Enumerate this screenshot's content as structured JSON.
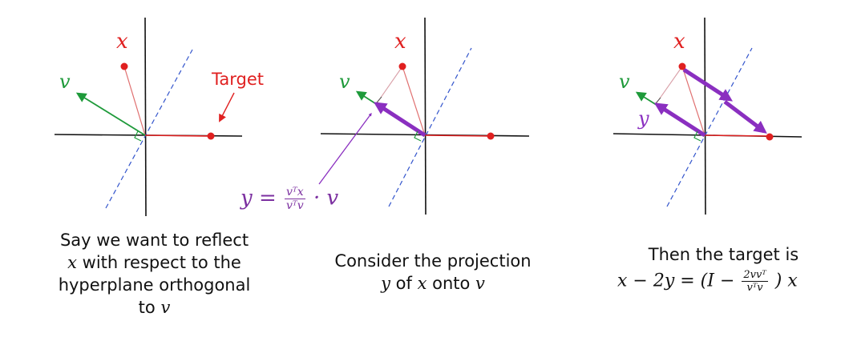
{
  "panels": [
    {
      "id": "panel1",
      "labels": {
        "x": "x",
        "v": "v",
        "target": "Target"
      },
      "caption_parts": [
        {
          "text": "Say we want to reflect",
          "math": false
        },
        {
          "text": "x",
          "math": true
        },
        {
          "text": " with respect to the",
          "math": false
        },
        {
          "text": "hyperplane orthogonal",
          "math": false
        },
        {
          "text": "to ",
          "math": false
        },
        {
          "text": "v",
          "math": true
        }
      ]
    },
    {
      "id": "panel2",
      "labels": {
        "x": "x",
        "v": "v"
      },
      "formula": {
        "lhs": "y =",
        "numerator": "vᵀx",
        "denominator": "vᵀv",
        "rhs": "· v"
      },
      "caption_line1": "Consider the projection",
      "caption_line2": {
        "y": "y",
        "of": " of ",
        "x": "x",
        "onto": " onto ",
        "v": "v"
      }
    },
    {
      "id": "panel3",
      "labels": {
        "x": "x",
        "v": "v",
        "y": "y"
      },
      "caption_line1": "Then the target is",
      "formula": {
        "lhs": "x − 2y = (I −",
        "numerator": "2vvᵀ",
        "denominator": "vᵀv",
        "rhs": ") x"
      }
    }
  ],
  "colors": {
    "x_color": "#e02020",
    "v_color": "#1e9a3a",
    "projection_color": "#8a2fc0",
    "hyperplane_color": "#3355cc",
    "axis_color": "#111111",
    "thin_line_color": "#d9a0a8"
  }
}
